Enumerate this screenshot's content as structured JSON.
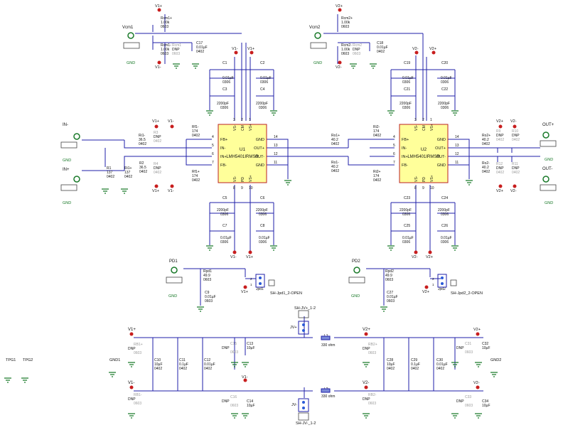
{
  "chips": {
    "u1": {
      "ref": "U1",
      "part": "LMH5401IRMSR",
      "left_pins": [
        "FB+",
        "IN-",
        "IN+",
        "FB-"
      ],
      "left_nums": [
        "4",
        "5",
        "6",
        "7"
      ],
      "right_pins": [
        "GND",
        "OUT+",
        "OUT-",
        "GND"
      ],
      "right_nums": [
        "14",
        "13",
        "12",
        "11"
      ],
      "top_pins": [
        "VS-",
        "CM",
        "VS+"
      ],
      "top_nums": [
        "3",
        "2",
        "1"
      ],
      "bottom_pins": [
        "VS-",
        "PD",
        "VS+"
      ],
      "bottom_nums": [
        "8",
        "9",
        "10"
      ]
    },
    "u2": {
      "ref": "U2",
      "part": "LMH5401IRMSR",
      "left_pins": [
        "FB+",
        "IN-",
        "IN+",
        "FB-"
      ],
      "left_nums": [
        "4",
        "5",
        "6",
        "7"
      ],
      "right_pins": [
        "GND",
        "OUT+",
        "OUT-",
        "GND"
      ],
      "right_nums": [
        "14",
        "13",
        "12",
        "11"
      ],
      "top_pins": [
        "VS-",
        "CM",
        "VS+"
      ],
      "top_nums": [
        "3",
        "2",
        "1"
      ],
      "bottom_pins": [
        "VS-",
        "PD",
        "VS+"
      ],
      "bottom_nums": [
        "8",
        "9",
        "10"
      ]
    }
  },
  "connectors": {
    "vcm1": "Vcm1",
    "vcm2": "Vcm2",
    "in_minus": "IN-",
    "in_plus": "IN+",
    "out_plus": "OUT+",
    "out_minus": "OUT-",
    "pd1": "PD1",
    "pd2": "PD2"
  },
  "rails": {
    "vplus": "V1+",
    "vminus": "V1-",
    "vplus2": "V2+",
    "vminus2": "V2-",
    "gnd": "GND"
  },
  "components": {
    "rcm1p": [
      "Rcm1+",
      "1.00k",
      "0603"
    ],
    "rcm1m": [
      "Rcm1-",
      "1.00k",
      "0603"
    ],
    "rcm1_dnp": [
      "Rcm1",
      "DNP",
      "0603"
    ],
    "c17": [
      "C17",
      "0.01µF",
      "0402"
    ],
    "rcm2p": [
      "Rcm2+",
      "1.00k",
      "0603"
    ],
    "rcm2m": [
      "Rcm2-",
      "1.00k",
      "0603"
    ],
    "rcm2_dnp": [
      "Rcm2",
      "DNP",
      "0603"
    ],
    "c18": [
      "C18",
      "0.01µF",
      "0402"
    ],
    "c1": [
      "C1",
      "0.01µF",
      "0306"
    ],
    "c2": [
      "C2",
      "0.01µF",
      "0306"
    ],
    "c3": [
      "C3",
      "2200pF",
      "0306"
    ],
    "c4": [
      "C4",
      "2200pF",
      "0306"
    ],
    "c5": [
      "C5",
      "2200pF",
      "0306"
    ],
    "c6": [
      "C6",
      "2200pF",
      "0306"
    ],
    "c7": [
      "C7",
      "0.01µF",
      "0306"
    ],
    "c8": [
      "C8",
      "0.01µF",
      "0306"
    ],
    "c19": [
      "C19",
      "0.01µF",
      "0306"
    ],
    "c20": [
      "C20",
      "0.01µF",
      "0306"
    ],
    "c21": [
      "C21",
      "2200pF",
      "0306"
    ],
    "c22": [
      "C22",
      "2200pF",
      "0306"
    ],
    "c23": [
      "C23",
      "2200pF",
      "0306"
    ],
    "c24": [
      "C24",
      "2200pF",
      "0306"
    ],
    "c25": [
      "C25",
      "0.01µF",
      "0306"
    ],
    "c26": [
      "C26",
      "0.01µF",
      "0306"
    ],
    "ri1m": [
      "Ri1-",
      "36.5",
      "0402"
    ],
    "ri1p": [
      "Ri1+",
      "137",
      "0402"
    ],
    "r1": [
      "R1",
      "137",
      "0402"
    ],
    "r2": [
      "R2",
      "36.5",
      "0402"
    ],
    "r3": [
      "R3",
      "DNP",
      "0402"
    ],
    "r4": [
      "R4",
      "DNP",
      "0402"
    ],
    "rf1m": [
      "Rf1-",
      "174",
      "0402"
    ],
    "rf1p": [
      "Rf1+",
      "174",
      "0402"
    ],
    "ro1p": [
      "Ro1+",
      "40.2",
      "0402"
    ],
    "ro1m": [
      "Ro1-",
      "40.2",
      "0402"
    ],
    "ri2m": [
      "Ri2-",
      "174",
      "0402"
    ],
    "ri2p": [
      "Ri2+",
      "174",
      "0402"
    ],
    "ro2p": [
      "Ro2+",
      "40.2",
      "0402"
    ],
    "ro2m": [
      "Ro2-",
      "40.2",
      "0402"
    ],
    "r9": [
      "R9",
      "DNP",
      "0402"
    ],
    "r10": [
      "R10",
      "DNP",
      "0402"
    ],
    "r11": [
      "R11",
      "DNP",
      "0402"
    ],
    "r12": [
      "R12",
      "DNP",
      "0402"
    ],
    "rpd1": [
      "Rpd1",
      "49.9",
      "0603"
    ],
    "c9": [
      "C9",
      "0.01µF",
      "0603"
    ],
    "rpd2": [
      "Rpd2",
      "49.9",
      "0603"
    ],
    "c27": [
      "C27",
      "0.01µF",
      "0603"
    ],
    "jpd1": "Jpd1",
    "jpd2": "Jpd2",
    "jpd1_shunt": "SH-Jpd1_2-OPEN",
    "jpd2_shunt": "SH-Jpd2_2-OPEN",
    "jv_plus": "JV+",
    "jv_minus": "JV-",
    "jv_plus_shunt": "SH-JV+_1-2",
    "jv_minus_shunt": "SH-JV-_1-2",
    "l1": [
      "L1",
      "330 ohm"
    ],
    "l2": [
      "L2",
      "330 ohm"
    ],
    "rb1p": [
      "RB1+",
      "DNP",
      "0603"
    ],
    "rb1m": [
      "RB1-",
      "DNP",
      "0603"
    ],
    "rb2p": [
      "RB2+",
      "DNP",
      "0603"
    ],
    "rb2m": [
      "RB2-",
      "DNP",
      "0603"
    ],
    "c10": [
      "C10",
      "10µF",
      "0402"
    ],
    "c11": [
      "C11",
      "0.1µF",
      "0402"
    ],
    "c12": [
      "C12",
      "0.01µF",
      "0402"
    ],
    "c13": [
      "C13",
      "10µF"
    ],
    "c14": [
      "C14",
      "10µF"
    ],
    "c15": [
      "C15",
      "DNP",
      "0603"
    ],
    "c16": [
      "C16",
      "DNP",
      "0603"
    ],
    "c28": [
      "C28",
      "10µF",
      "0402"
    ],
    "c29": [
      "C29",
      "0.1µF",
      "0402"
    ],
    "c30": [
      "C30",
      "0.01µF",
      "0402"
    ],
    "c31": [
      "C31",
      "DNP",
      "0603"
    ],
    "c32": [
      "C32",
      "10µF"
    ],
    "c33": [
      "C33",
      "DNP",
      "0603"
    ],
    "c34": [
      "C34",
      "10µF"
    ],
    "tpg1": "TPG1",
    "tpg2": "TPG2",
    "gnd1": "GND1",
    "gnd2": "GND2"
  }
}
